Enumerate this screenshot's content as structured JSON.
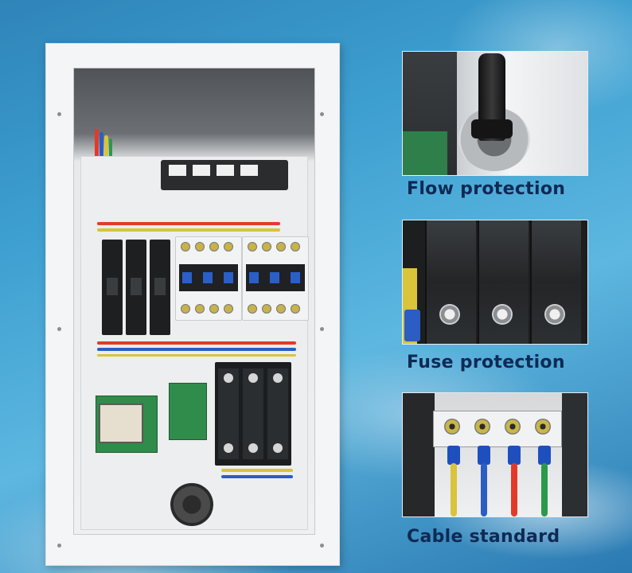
{
  "captions": {
    "flow": "Flow protection",
    "fuse": "Fuse protection",
    "cable": "Cable standard"
  },
  "colors": {
    "caption_text": "#0e2a55",
    "background_blue": "#3d9fd0",
    "panel_white": "#f4f5f6"
  }
}
